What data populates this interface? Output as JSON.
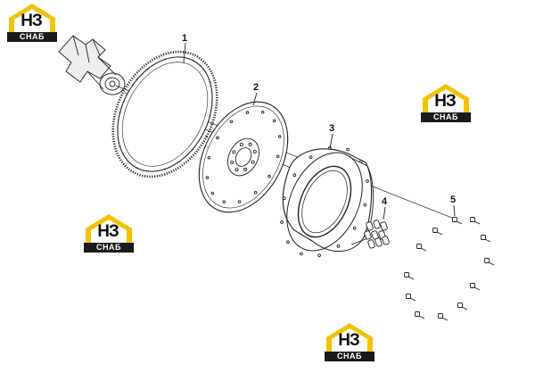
{
  "callouts": [
    "1",
    "2",
    "3",
    "4",
    "5"
  ],
  "logo": {
    "top": "НЗ",
    "bottom": "СНАБ"
  },
  "colors": {
    "logo_gold": "#f2c200",
    "logo_dark": "#1a1a1a",
    "line": "#222222"
  }
}
